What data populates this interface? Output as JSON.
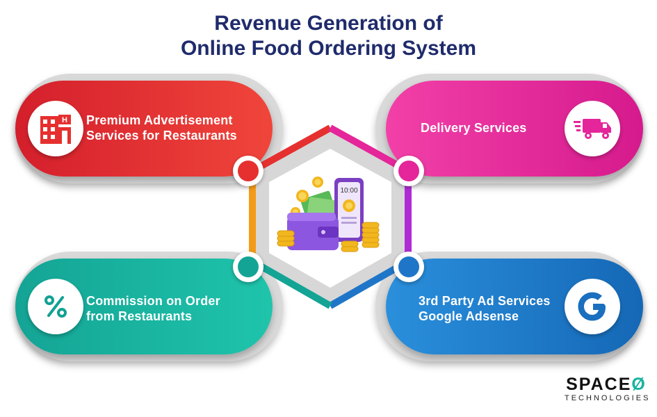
{
  "title_line1": "Revenue Generation of",
  "title_line2": "Online Food Ordering System",
  "center_illustration": {
    "icon": "wallet-coins-phone-icon",
    "phone_time": "10:00"
  },
  "items": [
    {
      "line1": "Premium Advertisement",
      "line2": "Services for Restaurants",
      "icon": "hotel-building-icon",
      "color": "#e52d35"
    },
    {
      "line1": "Delivery Services",
      "line2": "",
      "icon": "delivery-truck-icon",
      "color": "#e6259a"
    },
    {
      "line1": "Commission on Order",
      "line2": "from Restaurants",
      "icon": "percent-icon",
      "color": "#11a99a"
    },
    {
      "line1": "3rd Party Ad Services",
      "line2": "Google Adsense",
      "icon": "google-icon",
      "color": "#1778c7"
    }
  ],
  "brand": {
    "name": "SPACE",
    "tagline": "TECHNOLOGIES"
  }
}
